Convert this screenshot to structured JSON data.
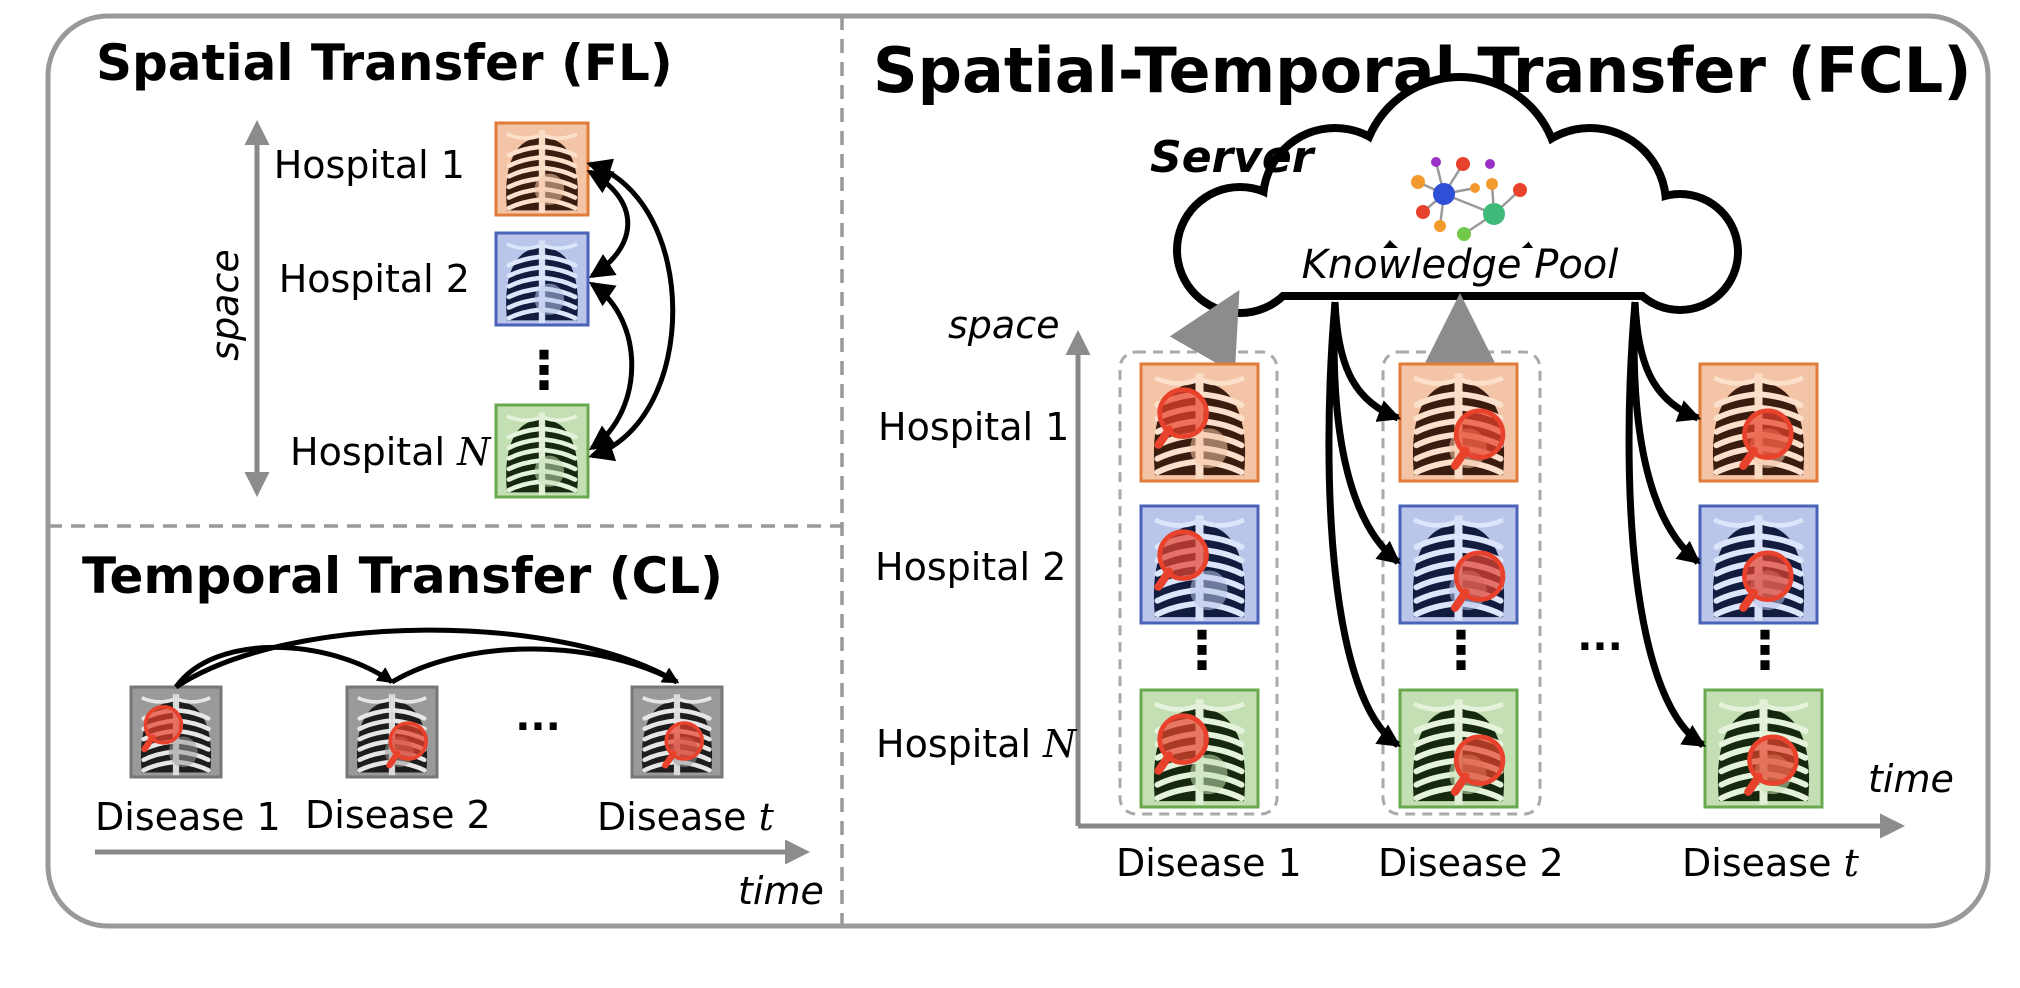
{
  "colors": {
    "frame": "#999999",
    "hospital_1": "#e07b39",
    "hospital_2": "#4a62b8",
    "hospital_n": "#6aa84f",
    "lens": "#e8412c",
    "network_nodes": [
      "#e8412c",
      "#f29a2e",
      "#9b30c8",
      "#2e4fd6",
      "#3fb97a",
      "#72c94a"
    ]
  },
  "fl_panel": {
    "title": "Spatial Transfer (FL)",
    "axis_label": "space",
    "hospitals": [
      "Hospital 1",
      "Hospital 2",
      "Hospital"
    ],
    "n_symbol": "N",
    "ellipsis": "⋮"
  },
  "cl_panel": {
    "title": "Temporal Transfer (CL)",
    "diseases": [
      "Disease 1",
      "Disease 2",
      "Disease"
    ],
    "t_symbol": "t",
    "axis_label": "time",
    "ellipsis": "···"
  },
  "fcl_panel": {
    "title": "Spatial-Temporal Transfer (FCL)",
    "server_label": "Server",
    "pool_label": "Knowledge Pool",
    "space_label": "space",
    "time_label": "time",
    "hospitals": [
      "Hospital 1",
      "Hospital 2",
      "Hospital"
    ],
    "n_symbol": "N",
    "diseases": [
      "Disease 1",
      "Disease 2",
      "Disease"
    ],
    "t_symbol": "t",
    "v_ellipsis": "⋮",
    "h_ellipsis": "···"
  }
}
